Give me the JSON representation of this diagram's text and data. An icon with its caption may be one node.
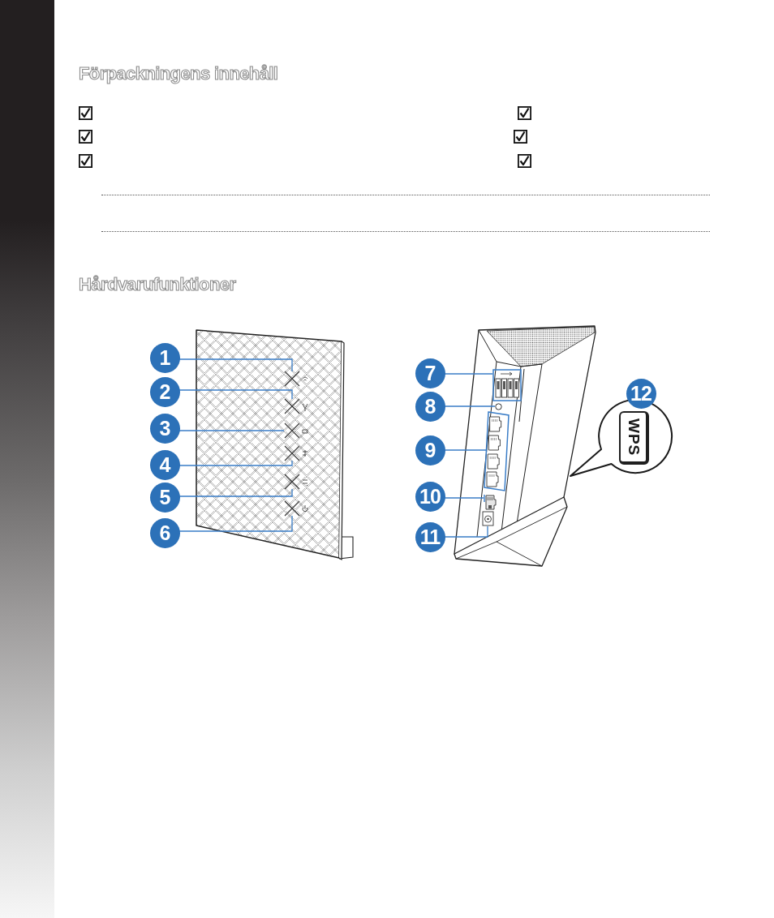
{
  "diagram": {
    "title": "Förpackningens innehåll",
    "nodes": [
      {
        "text": [
          "1"
        ]
      },
      {
        "text": [
          "2"
        ]
      },
      {
        "text": [
          "3"
        ]
      },
      {
        "text": [
          "4"
        ]
      },
      {
        "text": [
          "5"
        ]
      },
      {
        "text": [
          "6"
        ]
      },
      {
        "text": [
          "7"
        ]
      },
      {
        "text": [
          "8"
        ]
      },
      {
        "text": [
          "9"
        ]
      },
      {
        "text": [
          "10"
        ]
      },
      {
        "text": [
          "11"
        ]
      },
      {
        "text": [
          "12"
        ]
      },
      {
        "text": [],
        "shape": "picture"
      },
      {
        "text": [],
        "shape": "picture"
      },
      {
        "text": [],
        "shape": "picture"
      },
      {
        "text": [],
        "shape": "picture"
      },
      {
        "text": [],
        "shape": "picture"
      },
      {
        "text": [],
        "shape": "picture"
      },
      {
        "text": [],
        "shape": "box"
      },
      {
        "text": [],
        "shape": "circle"
      },
      {
        "text": [],
        "shape": "box"
      },
      {
        "text": [],
        "shape": "picture"
      },
      {
        "text": [],
        "shape": "picture"
      },
      {
        "text": [],
        "shape": "bubble"
      },
      {
        "text": [
          "WPS"
        ],
        "in": 23
      }
    ],
    "edges": [
      {
        "from": 0,
        "to": 12,
        "arrow": "none"
      },
      {
        "from": 1,
        "to": 13,
        "arrow": "none"
      },
      {
        "from": 2,
        "to": 14,
        "arrow": "none"
      },
      {
        "from": 3,
        "to": 15,
        "arrow": "none"
      },
      {
        "from": 4,
        "to": 16,
        "arrow": "none"
      },
      {
        "from": 5,
        "to": 17,
        "arrow": "none"
      },
      {
        "from": 6,
        "to": 18,
        "arrow": "none"
      },
      {
        "from": 7,
        "to": 19,
        "arrow": "none"
      },
      {
        "from": 8,
        "to": 20,
        "arrow": "none"
      },
      {
        "from": 9,
        "to": 21,
        "arrow": "none"
      },
      {
        "from": 10,
        "to": 22,
        "arrow": "none"
      }
    ],
    "labels": [
      "Hårdvarufunktioner"
    ]
  }
}
